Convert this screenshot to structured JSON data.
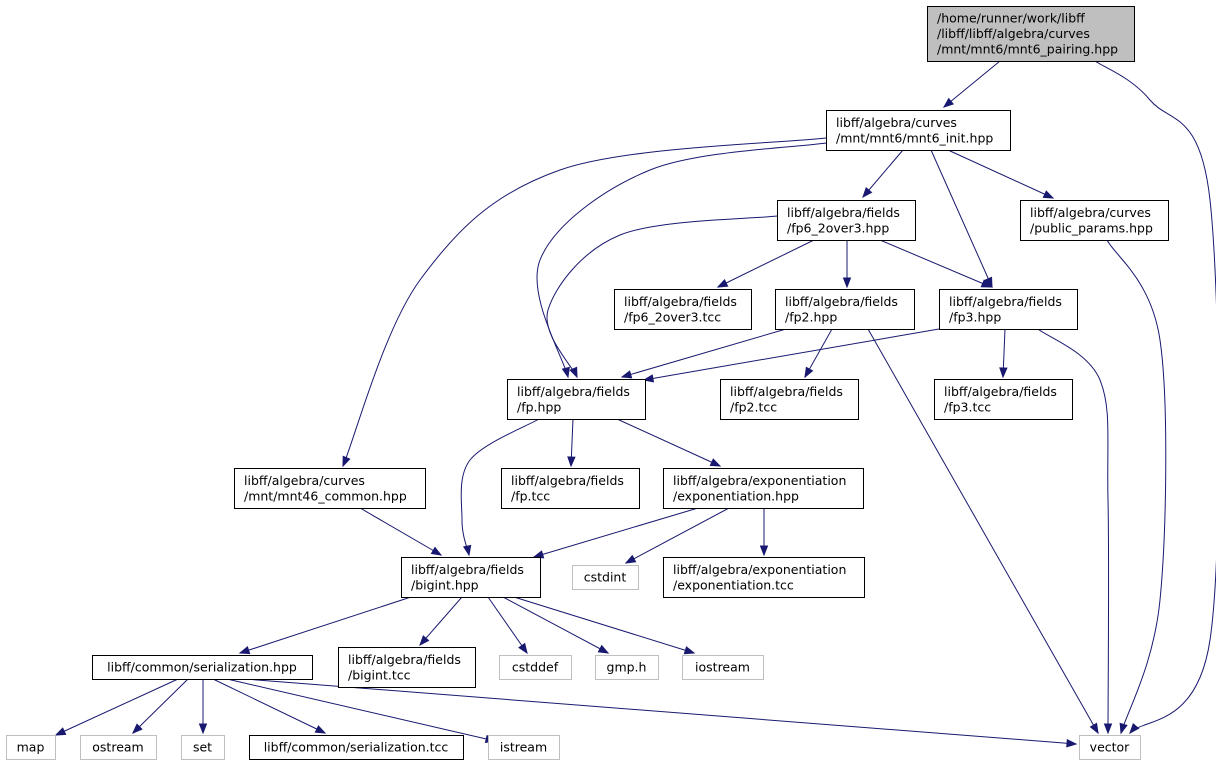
{
  "colors": {
    "edge": "#191970",
    "node_border": "#000000",
    "external_border": "#bfbfbf",
    "root_fill": "#bfbfbf",
    "node_fill": "#ffffff",
    "text": "#000000"
  },
  "nodes": [
    {
      "id": "root",
      "lines": [
        "/home/runner/work/libff",
        "/libff/libff/algebra/curves",
        "/mnt/mnt6/mnt6_pairing.hpp"
      ],
      "kind": "root"
    },
    {
      "id": "mnt6_init",
      "lines": [
        "libff/algebra/curves",
        "/mnt/mnt6/mnt6_init.hpp"
      ],
      "kind": "internal"
    },
    {
      "id": "fp6_2over3_hpp",
      "lines": [
        "libff/algebra/fields",
        "/fp6_2over3.hpp"
      ],
      "kind": "internal"
    },
    {
      "id": "public_params",
      "lines": [
        "libff/algebra/curves",
        "/public_params.hpp"
      ],
      "kind": "internal"
    },
    {
      "id": "fp6_2over3_tcc",
      "lines": [
        "libff/algebra/fields",
        "/fp6_2over3.tcc"
      ],
      "kind": "internal"
    },
    {
      "id": "fp2_hpp",
      "lines": [
        "libff/algebra/fields",
        "/fp2.hpp"
      ],
      "kind": "internal"
    },
    {
      "id": "fp3_hpp",
      "lines": [
        "libff/algebra/fields",
        "/fp3.hpp"
      ],
      "kind": "internal"
    },
    {
      "id": "fp_hpp",
      "lines": [
        "libff/algebra/fields",
        "/fp.hpp"
      ],
      "kind": "internal"
    },
    {
      "id": "fp2_tcc",
      "lines": [
        "libff/algebra/fields",
        "/fp2.tcc"
      ],
      "kind": "internal"
    },
    {
      "id": "fp3_tcc",
      "lines": [
        "libff/algebra/fields",
        "/fp3.tcc"
      ],
      "kind": "internal"
    },
    {
      "id": "mnt46_common",
      "lines": [
        "libff/algebra/curves",
        "/mnt/mnt46_common.hpp"
      ],
      "kind": "internal"
    },
    {
      "id": "fp_tcc",
      "lines": [
        "libff/algebra/fields",
        "/fp.tcc"
      ],
      "kind": "internal"
    },
    {
      "id": "exp_hpp",
      "lines": [
        "libff/algebra/exponentiation",
        "/exponentiation.hpp"
      ],
      "kind": "internal"
    },
    {
      "id": "bigint_hpp",
      "lines": [
        "libff/algebra/fields",
        "/bigint.hpp"
      ],
      "kind": "internal"
    },
    {
      "id": "cstdint",
      "lines": [
        "cstdint"
      ],
      "kind": "external"
    },
    {
      "id": "exp_tcc",
      "lines": [
        "libff/algebra/exponentiation",
        "/exponentiation.tcc"
      ],
      "kind": "internal"
    },
    {
      "id": "serialization_hpp",
      "lines": [
        "libff/common/serialization.hpp"
      ],
      "kind": "internal"
    },
    {
      "id": "bigint_tcc",
      "lines": [
        "libff/algebra/fields",
        "/bigint.tcc"
      ],
      "kind": "internal"
    },
    {
      "id": "cstddef",
      "lines": [
        "cstddef"
      ],
      "kind": "external"
    },
    {
      "id": "gmp",
      "lines": [
        "gmp.h"
      ],
      "kind": "external"
    },
    {
      "id": "iostream",
      "lines": [
        "iostream"
      ],
      "kind": "external"
    },
    {
      "id": "map",
      "lines": [
        "map"
      ],
      "kind": "external"
    },
    {
      "id": "ostream",
      "lines": [
        "ostream"
      ],
      "kind": "external"
    },
    {
      "id": "set",
      "lines": [
        "set"
      ],
      "kind": "external"
    },
    {
      "id": "serialization_tcc",
      "lines": [
        "libff/common/serialization.tcc"
      ],
      "kind": "internal"
    },
    {
      "id": "istream",
      "lines": [
        "istream"
      ],
      "kind": "external"
    },
    {
      "id": "vector",
      "lines": [
        "vector"
      ],
      "kind": "external"
    }
  ],
  "edges": [
    {
      "from": "root",
      "to": "mnt6_init"
    },
    {
      "from": "root",
      "to": "vector"
    },
    {
      "from": "mnt6_init",
      "to": "fp6_2over3_hpp"
    },
    {
      "from": "mnt6_init",
      "to": "public_params"
    },
    {
      "from": "mnt6_init",
      "to": "fp3_hpp"
    },
    {
      "from": "mnt6_init",
      "to": "fp_hpp"
    },
    {
      "from": "mnt6_init",
      "to": "mnt46_common"
    },
    {
      "from": "fp6_2over3_hpp",
      "to": "fp6_2over3_tcc"
    },
    {
      "from": "fp6_2over3_hpp",
      "to": "fp2_hpp"
    },
    {
      "from": "fp6_2over3_hpp",
      "to": "fp3_hpp"
    },
    {
      "from": "fp6_2over3_hpp",
      "to": "fp_hpp"
    },
    {
      "from": "public_params",
      "to": "vector"
    },
    {
      "from": "fp2_hpp",
      "to": "fp_hpp"
    },
    {
      "from": "fp2_hpp",
      "to": "fp2_tcc"
    },
    {
      "from": "fp2_hpp",
      "to": "vector"
    },
    {
      "from": "fp3_hpp",
      "to": "fp_hpp"
    },
    {
      "from": "fp3_hpp",
      "to": "fp3_tcc"
    },
    {
      "from": "fp3_hpp",
      "to": "vector"
    },
    {
      "from": "fp_hpp",
      "to": "fp_tcc"
    },
    {
      "from": "fp_hpp",
      "to": "exp_hpp"
    },
    {
      "from": "fp_hpp",
      "to": "bigint_hpp"
    },
    {
      "from": "mnt46_common",
      "to": "bigint_hpp"
    },
    {
      "from": "exp_hpp",
      "to": "bigint_hpp"
    },
    {
      "from": "exp_hpp",
      "to": "cstdint"
    },
    {
      "from": "exp_hpp",
      "to": "exp_tcc"
    },
    {
      "from": "bigint_hpp",
      "to": "serialization_hpp"
    },
    {
      "from": "bigint_hpp",
      "to": "bigint_tcc"
    },
    {
      "from": "bigint_hpp",
      "to": "cstddef"
    },
    {
      "from": "bigint_hpp",
      "to": "gmp"
    },
    {
      "from": "bigint_hpp",
      "to": "iostream"
    },
    {
      "from": "serialization_hpp",
      "to": "map"
    },
    {
      "from": "serialization_hpp",
      "to": "ostream"
    },
    {
      "from": "serialization_hpp",
      "to": "set"
    },
    {
      "from": "serialization_hpp",
      "to": "serialization_tcc"
    },
    {
      "from": "serialization_hpp",
      "to": "istream"
    },
    {
      "from": "serialization_hpp",
      "to": "vector"
    }
  ]
}
